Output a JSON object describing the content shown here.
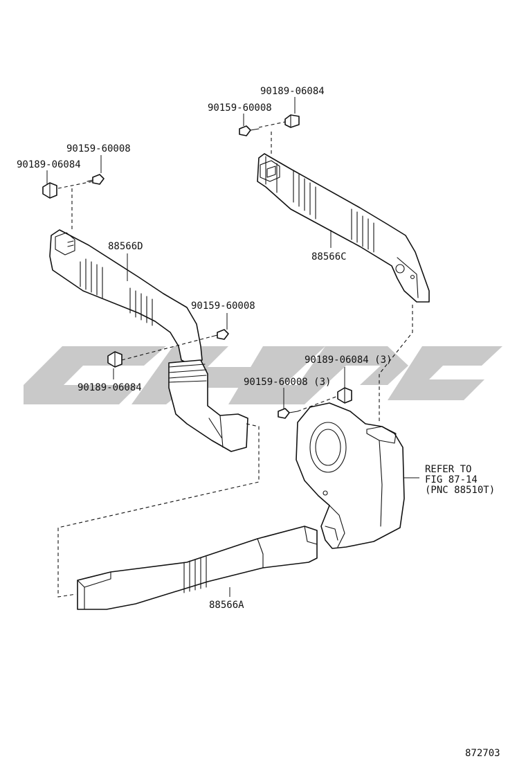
{
  "labels": {
    "part_88566D": "88566D",
    "part_88566C": "88566C",
    "part_88566A": "88566A",
    "top_clip_c": "90189-06084",
    "top_screw_c": "90159-60008",
    "top_screw_d": "90159-60008",
    "top_clip_d": "90189-06084",
    "mid_screw_d": "90159-60008",
    "mid_clip_d": "90189-06084",
    "unit_clip": "90189-06084 (3)",
    "unit_screw": "90159-60008 (3)",
    "refer_line1": "REFER TO",
    "refer_line2": "FIG 87-14",
    "refer_line3": "(PNC 88510T)",
    "figure_number": "872703"
  },
  "colors": {
    "line": "#111111",
    "watermark": "#c9c9c9",
    "background": "#ffffff"
  }
}
